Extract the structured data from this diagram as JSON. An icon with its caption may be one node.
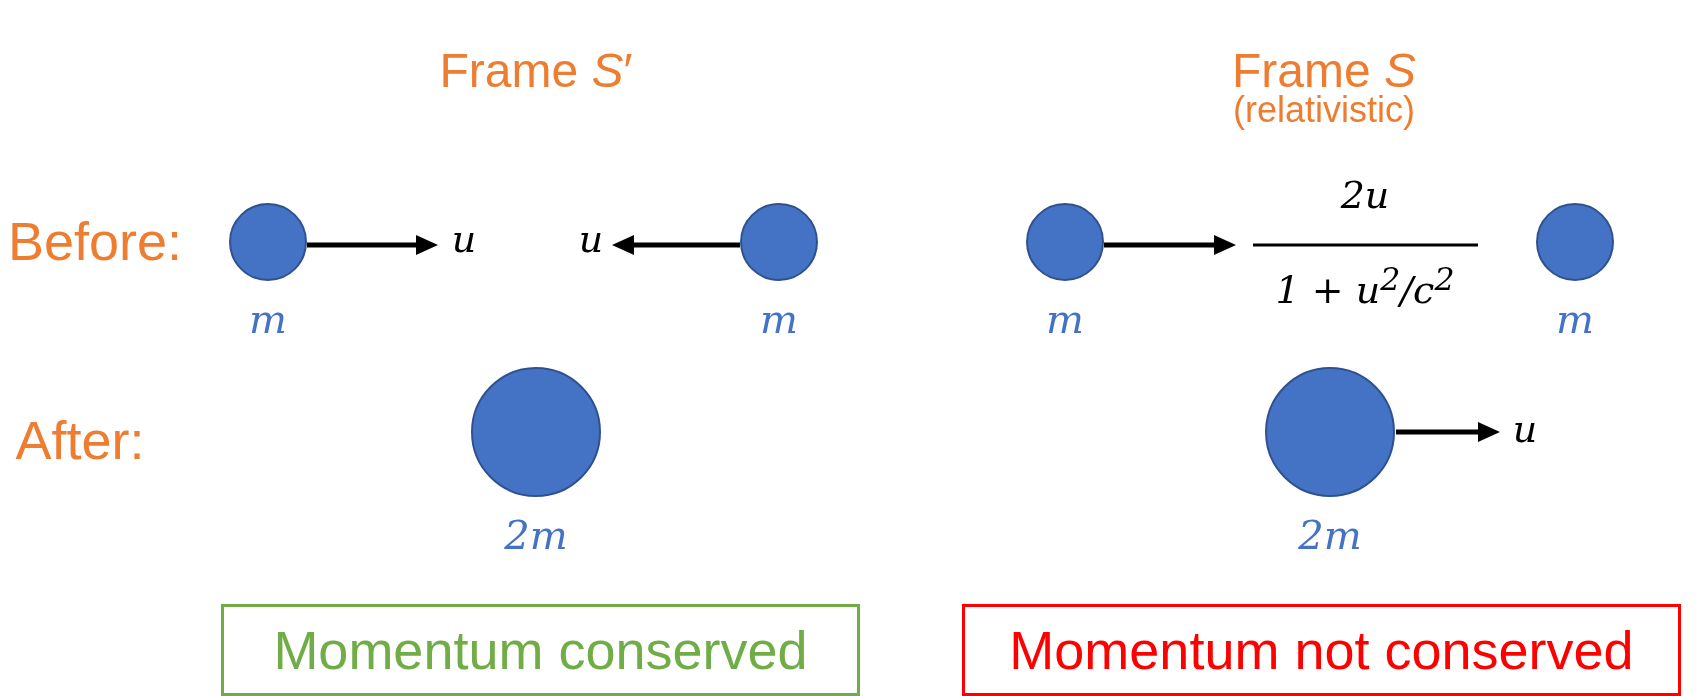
{
  "diagram": {
    "nodes": [
      {
        "text": [],
        "shape": "circle",
        "beside": [
          "m"
        ]
      },
      {
        "text": [],
        "shape": "circle",
        "beside": [
          "m"
        ]
      },
      {
        "text": [],
        "shape": "circle",
        "beside": [
          "2m"
        ]
      },
      {
        "text": [],
        "shape": "circle",
        "beside": [
          "m"
        ]
      },
      {
        "text": [],
        "shape": "circle",
        "beside": [
          "m"
        ]
      },
      {
        "text": [],
        "shape": "circle",
        "beside": [
          "2m"
        ]
      },
      {
        "text": [
          "Momentum conserved"
        ]
      },
      {
        "text": [
          "Momentum not conserved"
        ]
      }
    ],
    "edges": [],
    "labels": [
      "Frame *S*′",
      "Frame *S*",
      "(relativistic)",
      "Before:",
      "u",
      "u",
      "2u",
      "1 + u$^{2}$/c$^{2}$",
      "After:",
      "u"
    ]
  }
}
